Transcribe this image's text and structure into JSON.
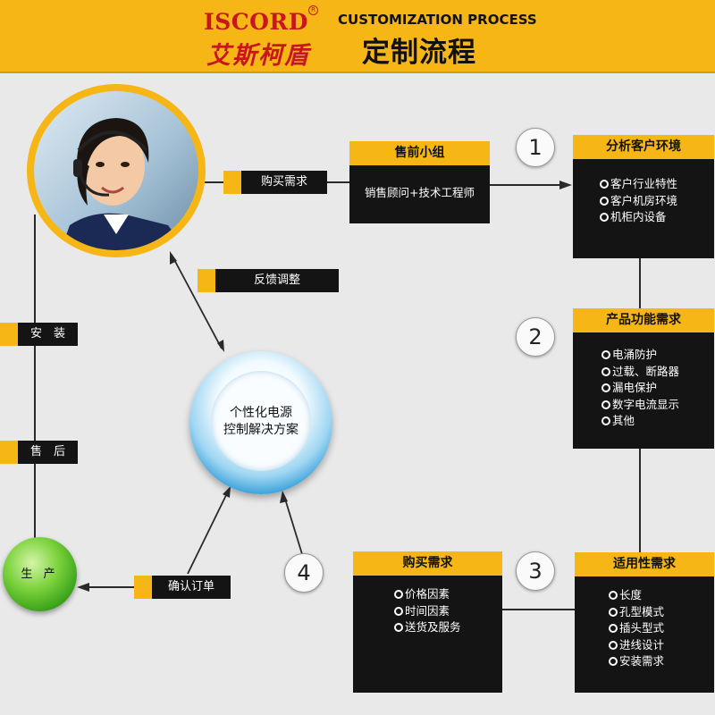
{
  "header": {
    "brand_en": "ISCORD",
    "brand_reg": "R",
    "brand_cn": "艾斯柯盾",
    "title_en": "CUSTOMIZATION PROCESS",
    "title_cn": "定制流程"
  },
  "colors": {
    "accent": "#f6b716",
    "box": "#141414",
    "brand_red": "#c8161d",
    "background": "#e9e9e9"
  },
  "tags": {
    "purchase_need": "购买需求",
    "feedback": "反馈调整",
    "install": "安　装",
    "after_sales": "售　后",
    "confirm_order": "确认订单"
  },
  "presales": {
    "title": "售前小组",
    "body": "销售顾问+技术工程师"
  },
  "env_box": {
    "title": "分析客户环境",
    "items": [
      "客户行业特性",
      "客户机房环境",
      "机柜内设备"
    ]
  },
  "func_box": {
    "title": "产品功能需求",
    "items": [
      "电涌防护",
      "过载、断路器",
      "漏电保护",
      "数字电流显示",
      "其他"
    ]
  },
  "suit_box": {
    "title": "适用性需求",
    "items": [
      "长度",
      "孔型模式",
      "插头型式",
      "进线设计",
      "安装需求"
    ]
  },
  "buy_box": {
    "title": "购买需求",
    "items": [
      "价格因素",
      "时间因素",
      "送货及服务"
    ]
  },
  "numbers": [
    "1",
    "2",
    "3",
    "4"
  ],
  "sphere_text": [
    "个性化电源",
    "控制解决方案"
  ],
  "production": "生 产",
  "icons": [
    "headset-agent-photo",
    "bullet-circle-icon",
    "arrow-icon"
  ]
}
